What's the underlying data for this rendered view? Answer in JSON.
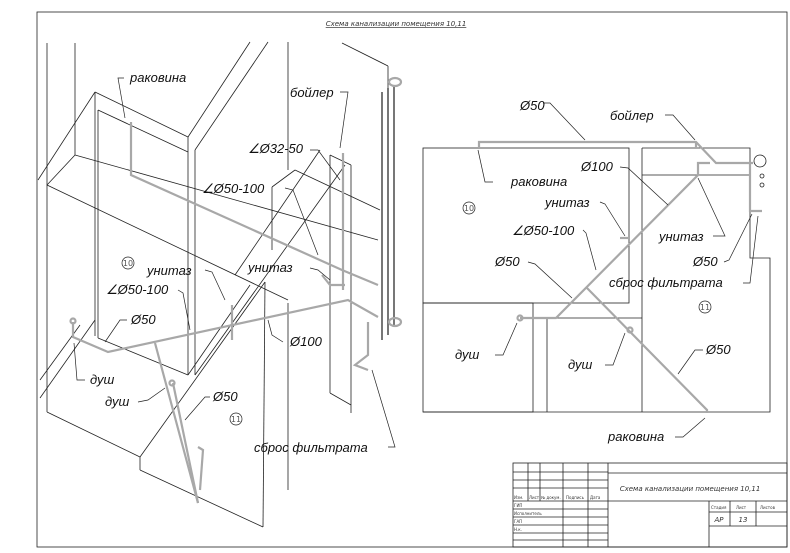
{
  "drawing_title": "Схема канализации помещения 10,11",
  "isometric_labels": {
    "sink": "раковина",
    "boiler": "бойлер",
    "angle_32_50": "∠Ø32-50",
    "angle_50_100_top": "∠Ø50-100",
    "toilet_right": "унитаз",
    "toilet_left": "унитаз",
    "angle_50_100_left": "∠Ø50-100",
    "d50_left": "Ø50",
    "d100": "Ø100",
    "shower_1": "душ",
    "shower_2": "душ",
    "d50_bottom": "Ø50",
    "filtrate": "сброс фильтрата",
    "room_10": "10",
    "room_11": "11"
  },
  "plan_labels": {
    "d50_top": "Ø50",
    "boiler": "бойлер",
    "d100": "Ø100",
    "sink_top": "раковина",
    "toilet_room10": "унитаз",
    "angle_50_100": "∠Ø50-100",
    "toilet_room11": "унитаз",
    "d50_mid": "Ø50",
    "d50_right": "Ø50",
    "filtrate": "сброс фильтрата",
    "shower_1": "душ",
    "shower_2": "душ",
    "d50_bottom": "Ø50",
    "sink_bottom": "раковина",
    "room_10": "10",
    "room_11": "11"
  },
  "title_block": {
    "headers": [
      "Изм.",
      "Лист",
      "№ докум.",
      "Подпись",
      "Дата"
    ],
    "roles": [
      "ГИП",
      "Исполнитель",
      "ГАП",
      "Н.к."
    ],
    "title": "Схема канализации помещения 10,11",
    "stage_label": "Стадия",
    "sheet_label": "Лист",
    "sheets_label": "Листов",
    "stage": "АР",
    "sheet": "13"
  },
  "colors": {
    "line": "#222222",
    "pipe": "#a8a8a8"
  }
}
